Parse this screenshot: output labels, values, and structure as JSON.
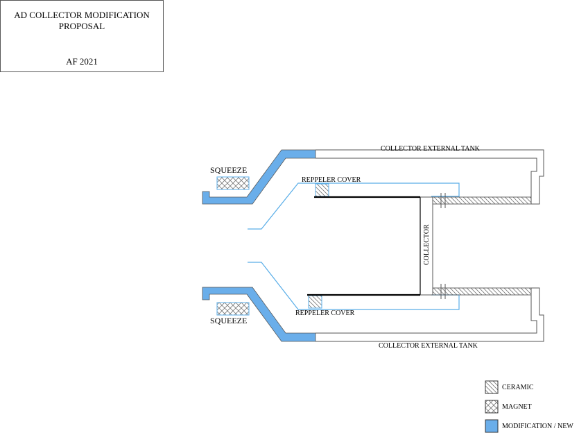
{
  "title_block": {
    "line1": "AD COLLECTOR MODIFICATION",
    "line2": "PROPOSAL",
    "author_date": "AF  2021"
  },
  "labels": {
    "tank_top": "COLLECTOR EXTERNAL TANK",
    "tank_bottom": "COLLECTOR EXTERNAL TANK",
    "squeeze_top": "SQUEEZE",
    "squeeze_bottom": "SQUEEZE",
    "reppeler_top": "REPPELER COVER",
    "reppeler_bottom": "REPPELER COVER",
    "collector": "COLLECTOR"
  },
  "legend": [
    {
      "label": "CERAMIC",
      "pattern": "ceramic-hatch"
    },
    {
      "label": "MAGNET",
      "pattern": "magnet-crosshatch"
    },
    {
      "label": "MODIFICATION / NEW",
      "pattern": "solid-blue"
    }
  ],
  "colors": {
    "modification": "#6aaeea",
    "new_outline": "#5aaee8",
    "line": "#555555",
    "collector": "#000000"
  }
}
